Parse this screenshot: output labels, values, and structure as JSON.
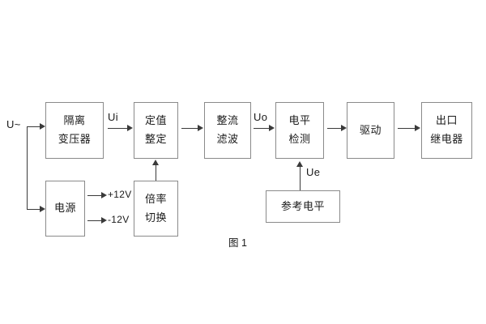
{
  "diagram": {
    "caption": "图 1",
    "blocks": [
      {
        "id": "isolation-transformer",
        "line1": "隔离",
        "line2": "变压器"
      },
      {
        "id": "setpoint-setting",
        "line1": "定值",
        "line2": "整定"
      },
      {
        "id": "rectify-filter",
        "line1": "整流",
        "line2": "滤波"
      },
      {
        "id": "level-detection",
        "line1": "电平",
        "line2": "检测"
      },
      {
        "id": "driver",
        "line1": "驱动",
        "line2": ""
      },
      {
        "id": "output-relay",
        "line1": "出口",
        "line2": "继电器"
      },
      {
        "id": "power-supply",
        "line1": "电源",
        "line2": ""
      },
      {
        "id": "multiplier-switch",
        "line1": "倍率",
        "line2": "切换"
      },
      {
        "id": "reference-level",
        "line1": "参考电平",
        "line2": ""
      }
    ],
    "signals": {
      "input": "U~",
      "ui": "Ui",
      "uo": "Uo",
      "ue": "Ue",
      "rail_positive": "+12V",
      "rail_negative": "-12V"
    },
    "colors": {
      "box_border": "#8a8a8a",
      "connector": "#3a3a3a",
      "text": "#1a1a1a",
      "background": "#ffffff"
    }
  }
}
